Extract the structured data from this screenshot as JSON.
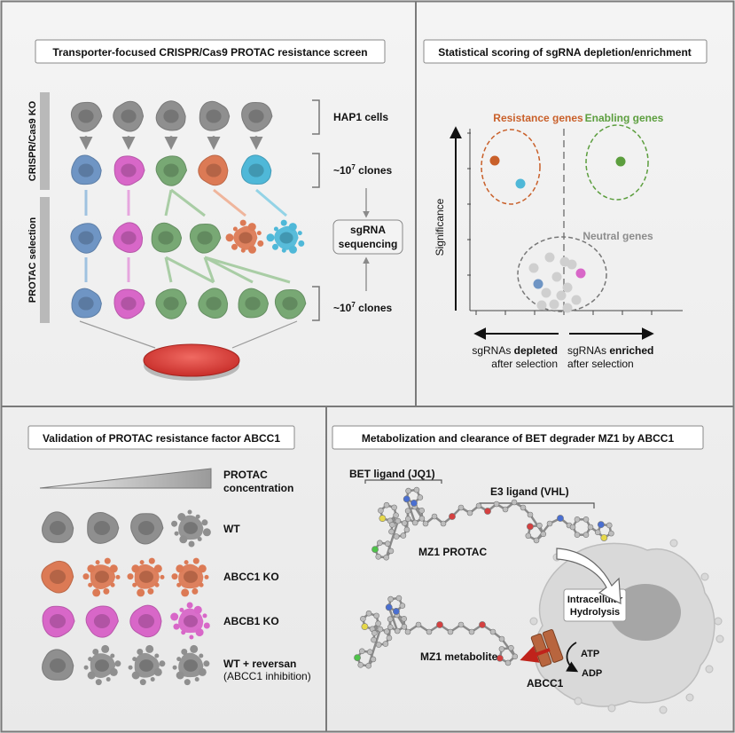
{
  "panels": {
    "screen": {
      "title": "Transporter-focused CRISPR/Cas9 PROTAC resistance screen",
      "side_label_top": "CRISPR/Cas9 KO",
      "side_label_bottom": "PROTAC selection",
      "hap1": "HAP1 cells",
      "clones_top_prefix": "~10",
      "clones_top_exp": "7",
      "clones_top_suffix": " clones",
      "clones_bottom_prefix": "~10",
      "clones_bottom_exp": "7",
      "clones_bottom_suffix": " clones",
      "sgrna_line1": "sgRNA",
      "sgrna_line2": "sequencing"
    },
    "scoring": {
      "title": "Statistical scoring of sgRNA depletion/enrichment",
      "resistance": "Resistance genes",
      "enabling": "Enabling genes",
      "neutral": "Neutral genes",
      "ylabel": "Significance",
      "left_pre": "sgRNAs ",
      "left_bold": "depleted",
      "left_line2": "after selection",
      "right_pre": "sgRNAs ",
      "right_bold": "enriched",
      "right_line2": "after selection"
    },
    "validation": {
      "title": "Validation of PROTAC resistance factor ABCC1",
      "conc_line1": "PROTAC",
      "conc_line2": "concentration",
      "rows": [
        {
          "label": "WT",
          "sub": ""
        },
        {
          "label": "ABCC1 KO",
          "sub": ""
        },
        {
          "label": "ABCB1 KO",
          "sub": ""
        },
        {
          "label": "WT + reversan",
          "sub": "(ABCC1 inhibition)"
        }
      ]
    },
    "metabolism": {
      "title": "Metabolization and clearance of BET degrader MZ1 by ABCC1",
      "bet_ligand": "BET ligand (JQ1)",
      "e3_ligand": "E3 ligand (VHL)",
      "mz1": "MZ1 PROTAC",
      "metabolite": "MZ1 metabolite",
      "hydro_line1": "Intracellular",
      "hydro_line2": "Hydrolysis",
      "atp": "ATP",
      "adp": "ADP",
      "abcc1": "ABCC1"
    }
  },
  "colors": {
    "gray_cell": "#8f8f8f",
    "blue_cell": "#6f95c4",
    "pink_cell": "#d867c8",
    "green_cell": "#78a874",
    "orange_cell": "#dc7a55",
    "cyan_cell": "#4fb8d8",
    "resistance": "#c9602a",
    "enabling": "#5c9e3e",
    "neutral": "#9a9a9a",
    "border": "#7a7a7a"
  }
}
